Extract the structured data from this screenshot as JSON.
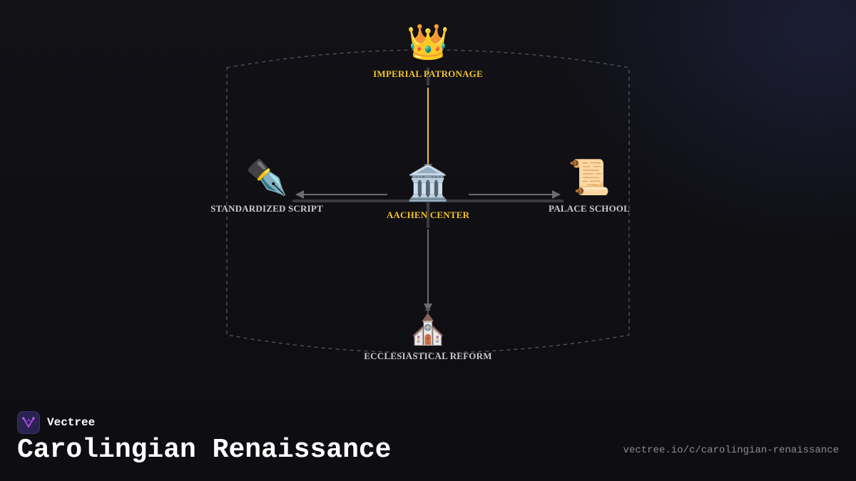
{
  "brand": {
    "name": "Vectree"
  },
  "page": {
    "title": "Carolingian Renaissance",
    "url": "vectree.io/c/carolingian-renaissance"
  },
  "colors": {
    "accent": "#f2c12e",
    "connector": "#6a6a70",
    "label_muted": "#c9c9cf",
    "logo_bg": "#2a2250",
    "logo_mark": "#b04adf"
  },
  "diagram": {
    "nodes": {
      "center": {
        "label": "AACHEN CENTER",
        "icon": "classical-building-icon",
        "glyph": "🏛️"
      },
      "top": {
        "label": "IMPERIAL PATRONAGE",
        "icon": "crown-icon",
        "glyph": "👑"
      },
      "left": {
        "label": "STANDARDIZED SCRIPT",
        "icon": "fountain-pen-icon",
        "glyph": "✒️"
      },
      "right": {
        "label": "PALACE SCHOOL",
        "icon": "scroll-icon",
        "glyph": "📜"
      },
      "bottom": {
        "label": "ECCLESIASTICAL REFORM",
        "icon": "church-icon",
        "glyph": "⛪"
      }
    },
    "edges": [
      {
        "from": "top",
        "to": "center",
        "highlighted": true
      },
      {
        "from": "center",
        "to": "left",
        "highlighted": false
      },
      {
        "from": "center",
        "to": "right",
        "highlighted": false
      },
      {
        "from": "center",
        "to": "bottom",
        "highlighted": false
      }
    ]
  }
}
